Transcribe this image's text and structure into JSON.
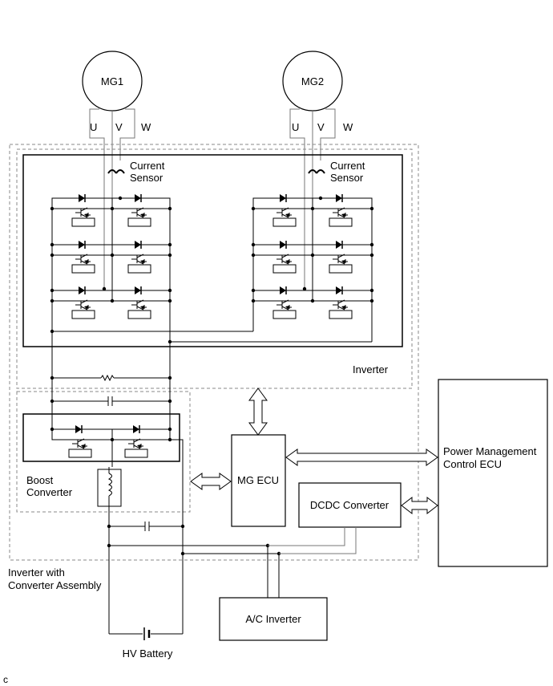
{
  "labels": {
    "mg1": "MG1",
    "mg2": "MG2",
    "u": "U",
    "v": "V",
    "w": "W",
    "current_sensor_line1": "Current",
    "current_sensor_line2": "Sensor",
    "inverter": "Inverter",
    "boost_converter_line1": "Boost",
    "boost_converter_line2": "Converter",
    "mg_ecu": "MG ECU",
    "dcdc_converter": "DCDC Converter",
    "pmc_ecu_line1": "Power Management",
    "pmc_ecu_line2": "Control ECU",
    "assembly_line1": "Inverter with",
    "assembly_line2": "Converter Assembly",
    "ac_inverter": "A/C Inverter",
    "hv_battery": "HV Battery",
    "corner_code": "c"
  },
  "colors": {
    "line": "#000000",
    "signal_line": "#777777",
    "dashed_border": "#888888",
    "background": "#ffffff"
  }
}
